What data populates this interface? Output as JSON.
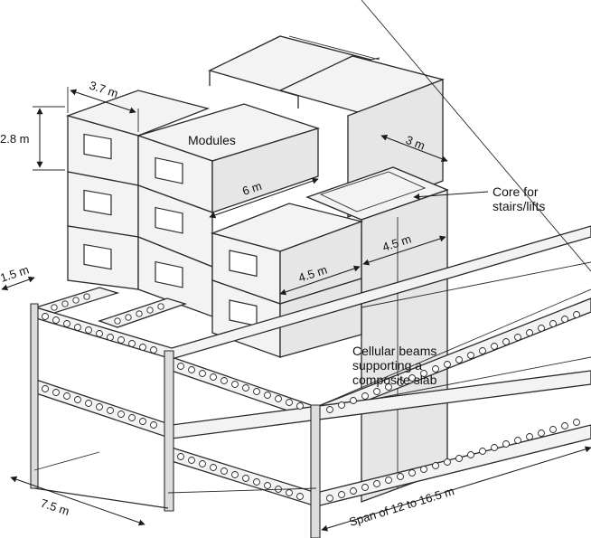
{
  "labels": {
    "modules": "Modules",
    "core": "Core for\nstairs/lifts",
    "cellular": "Cellular beams\nsupporting a\ncomposite slab"
  },
  "dimensions": {
    "module_width": "3.7 m",
    "module_height": "2.8 m",
    "module_length": "6 m",
    "core_width": "3 m",
    "bay_a": "4.5 m",
    "bay_b": "4.5 m",
    "edge": "1.5 m",
    "frame_bay": "7.5 m",
    "span": "Span of 12 to 16.5 m"
  }
}
